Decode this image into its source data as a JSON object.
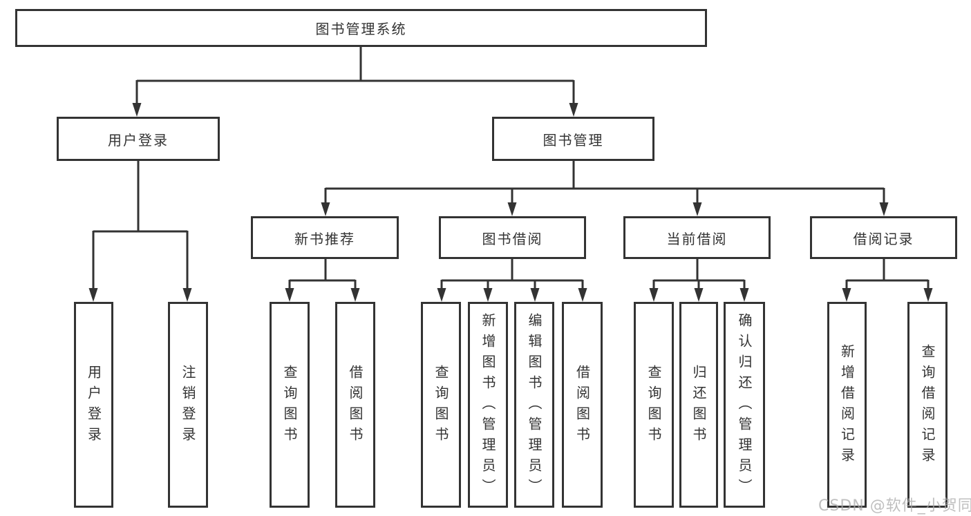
{
  "diagram_title": "图书管理系统",
  "tree": {
    "label": "图书管理系统",
    "children": [
      {
        "label": "用户登录",
        "children": [
          {
            "label": "用户登录"
          },
          {
            "label": "注销登录"
          }
        ]
      },
      {
        "label": "图书管理",
        "children": [
          {
            "label": "新书推荐",
            "children": [
              {
                "label": "查询图书"
              },
              {
                "label": "借阅图书"
              }
            ]
          },
          {
            "label": "图书借阅",
            "children": [
              {
                "label": "查询图书"
              },
              {
                "label": "新增图书（管理员）"
              },
              {
                "label": "编辑图书（管理员）"
              },
              {
                "label": "借阅图书"
              }
            ]
          },
          {
            "label": "当前借阅",
            "children": [
              {
                "label": "查询图书"
              },
              {
                "label": "归还图书"
              },
              {
                "label": "确认归还（管理员）"
              }
            ]
          },
          {
            "label": "借阅记录",
            "children": [
              {
                "label": "新增借阅记录"
              },
              {
                "label": "查询借阅记录"
              }
            ]
          }
        ]
      }
    ]
  },
  "watermark": {
    "text": "CSDN @软件_小贺同学",
    "color": "#c2c2c2"
  },
  "colors": {
    "line": "#333333",
    "box_border": "#333333",
    "box_fill": "#ffffff",
    "text": "#333333",
    "background": "#ffffff"
  }
}
